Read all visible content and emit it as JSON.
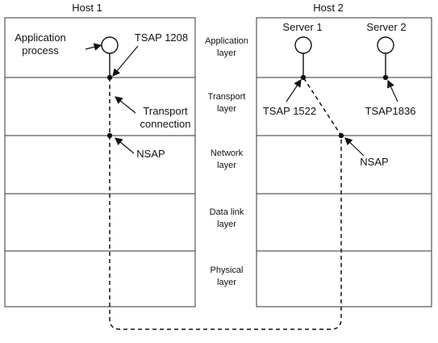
{
  "hosts": {
    "host1": "Host 1",
    "host2": "Host 2"
  },
  "labels": {
    "application_process_line1": "Application",
    "application_process_line2": "process",
    "tsap_1208": "TSAP 1208",
    "transport_connection_line1": "Transport",
    "transport_connection_line2": "connection",
    "nsap_left": "NSAP",
    "server_1": "Server 1",
    "server_2": "Server 2",
    "tsap_1522": "TSAP 1522",
    "tsap_1836": "TSAP1836",
    "nsap_right": "NSAP"
  },
  "layers": {
    "application_line1": "Application",
    "application_line2": "layer",
    "transport_line1": "Transport",
    "transport_line2": "layer",
    "network_line1": "Network",
    "network_line2": "layer",
    "data_link_line1": "Data link",
    "data_link_line2": "layer",
    "physical_line1": "Physical",
    "physical_line2": "layer"
  }
}
